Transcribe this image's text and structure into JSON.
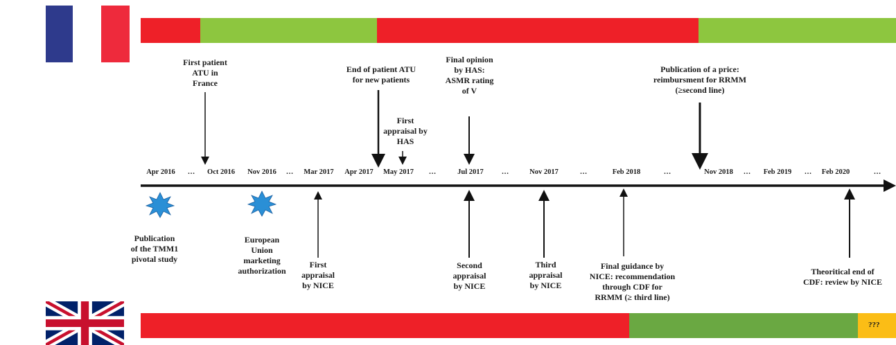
{
  "colors": {
    "red": "#ee2028",
    "light_green": "#8dc63f",
    "dark_green": "#6aa842",
    "yellow": "#fbbd16",
    "france_blue": "#2e3a8c",
    "france_red": "#ee2a3c"
  },
  "flags": {
    "top": "france-flag-icon",
    "bottom": "uk-flag-icon"
  },
  "uk_bar": {
    "unknown_label": "???"
  },
  "axis_dates": [
    "Apr 2016",
    "…",
    "Oct 2016",
    "Nov 2016",
    "…",
    "Mar 2017",
    "Apr 2017",
    "May 2017",
    "…",
    "Jul 2017",
    "…",
    "Nov 2017",
    "…",
    "Feb 2018",
    "…",
    "Nov 2018",
    "…",
    "Feb 2019",
    "…",
    "Feb 2020",
    "…"
  ],
  "france_events": [
    "First patient\nATU in\nFrance",
    "End of patient ATU\nfor new patients",
    "First\nappraisal by\nHAS",
    "Final opinion\nby HAS:\nASMR rating\nof V",
    "Publication of a price:\nreimbursment for RRMM\n(≥second line)"
  ],
  "uk_events": [
    "Publication\nof the TMM1\npivotal study",
    "European\nUnion\nmarketing\nauthorization",
    "First\nappraisal\nby NICE",
    "Second\nappraisal\nby NICE",
    "Third\nappraisal\nby NICE",
    "Final guidance by\nNICE: recommendation\nthrough CDF for\nRRMM (≥ third line)",
    "Theoritical end of\nCDF: review by NICE"
  ]
}
